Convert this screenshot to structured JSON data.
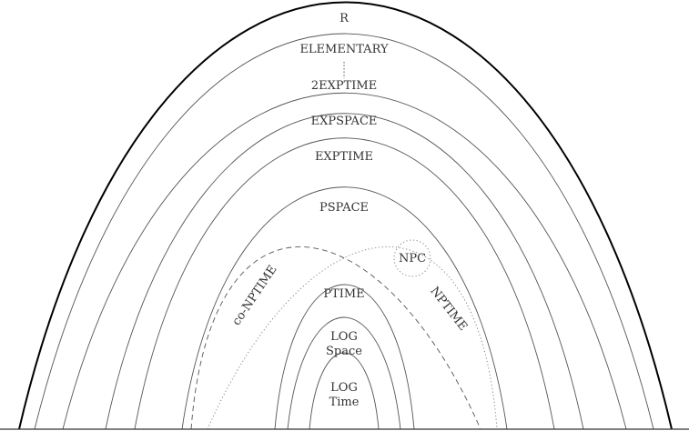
{
  "colors": {
    "background": "#ffffff",
    "outer_curve": "#000000",
    "curves": "#555555",
    "text": "#333333"
  },
  "labels": {
    "r": "R",
    "elementary": "ELEMENTARY",
    "two_exptime": "2EXPTIME",
    "expspace": "EXPSPACE",
    "exptime": "EXPTIME",
    "pspace": "PSPACE",
    "npc": "NPC",
    "co_nptime": "co-NPTIME",
    "nptime": "NPTIME",
    "ptime": "PTIME",
    "logspace_line1": "LOG",
    "logspace_line2": "Space",
    "logtime_line1": "LOG",
    "logtime_line2": "Time"
  }
}
